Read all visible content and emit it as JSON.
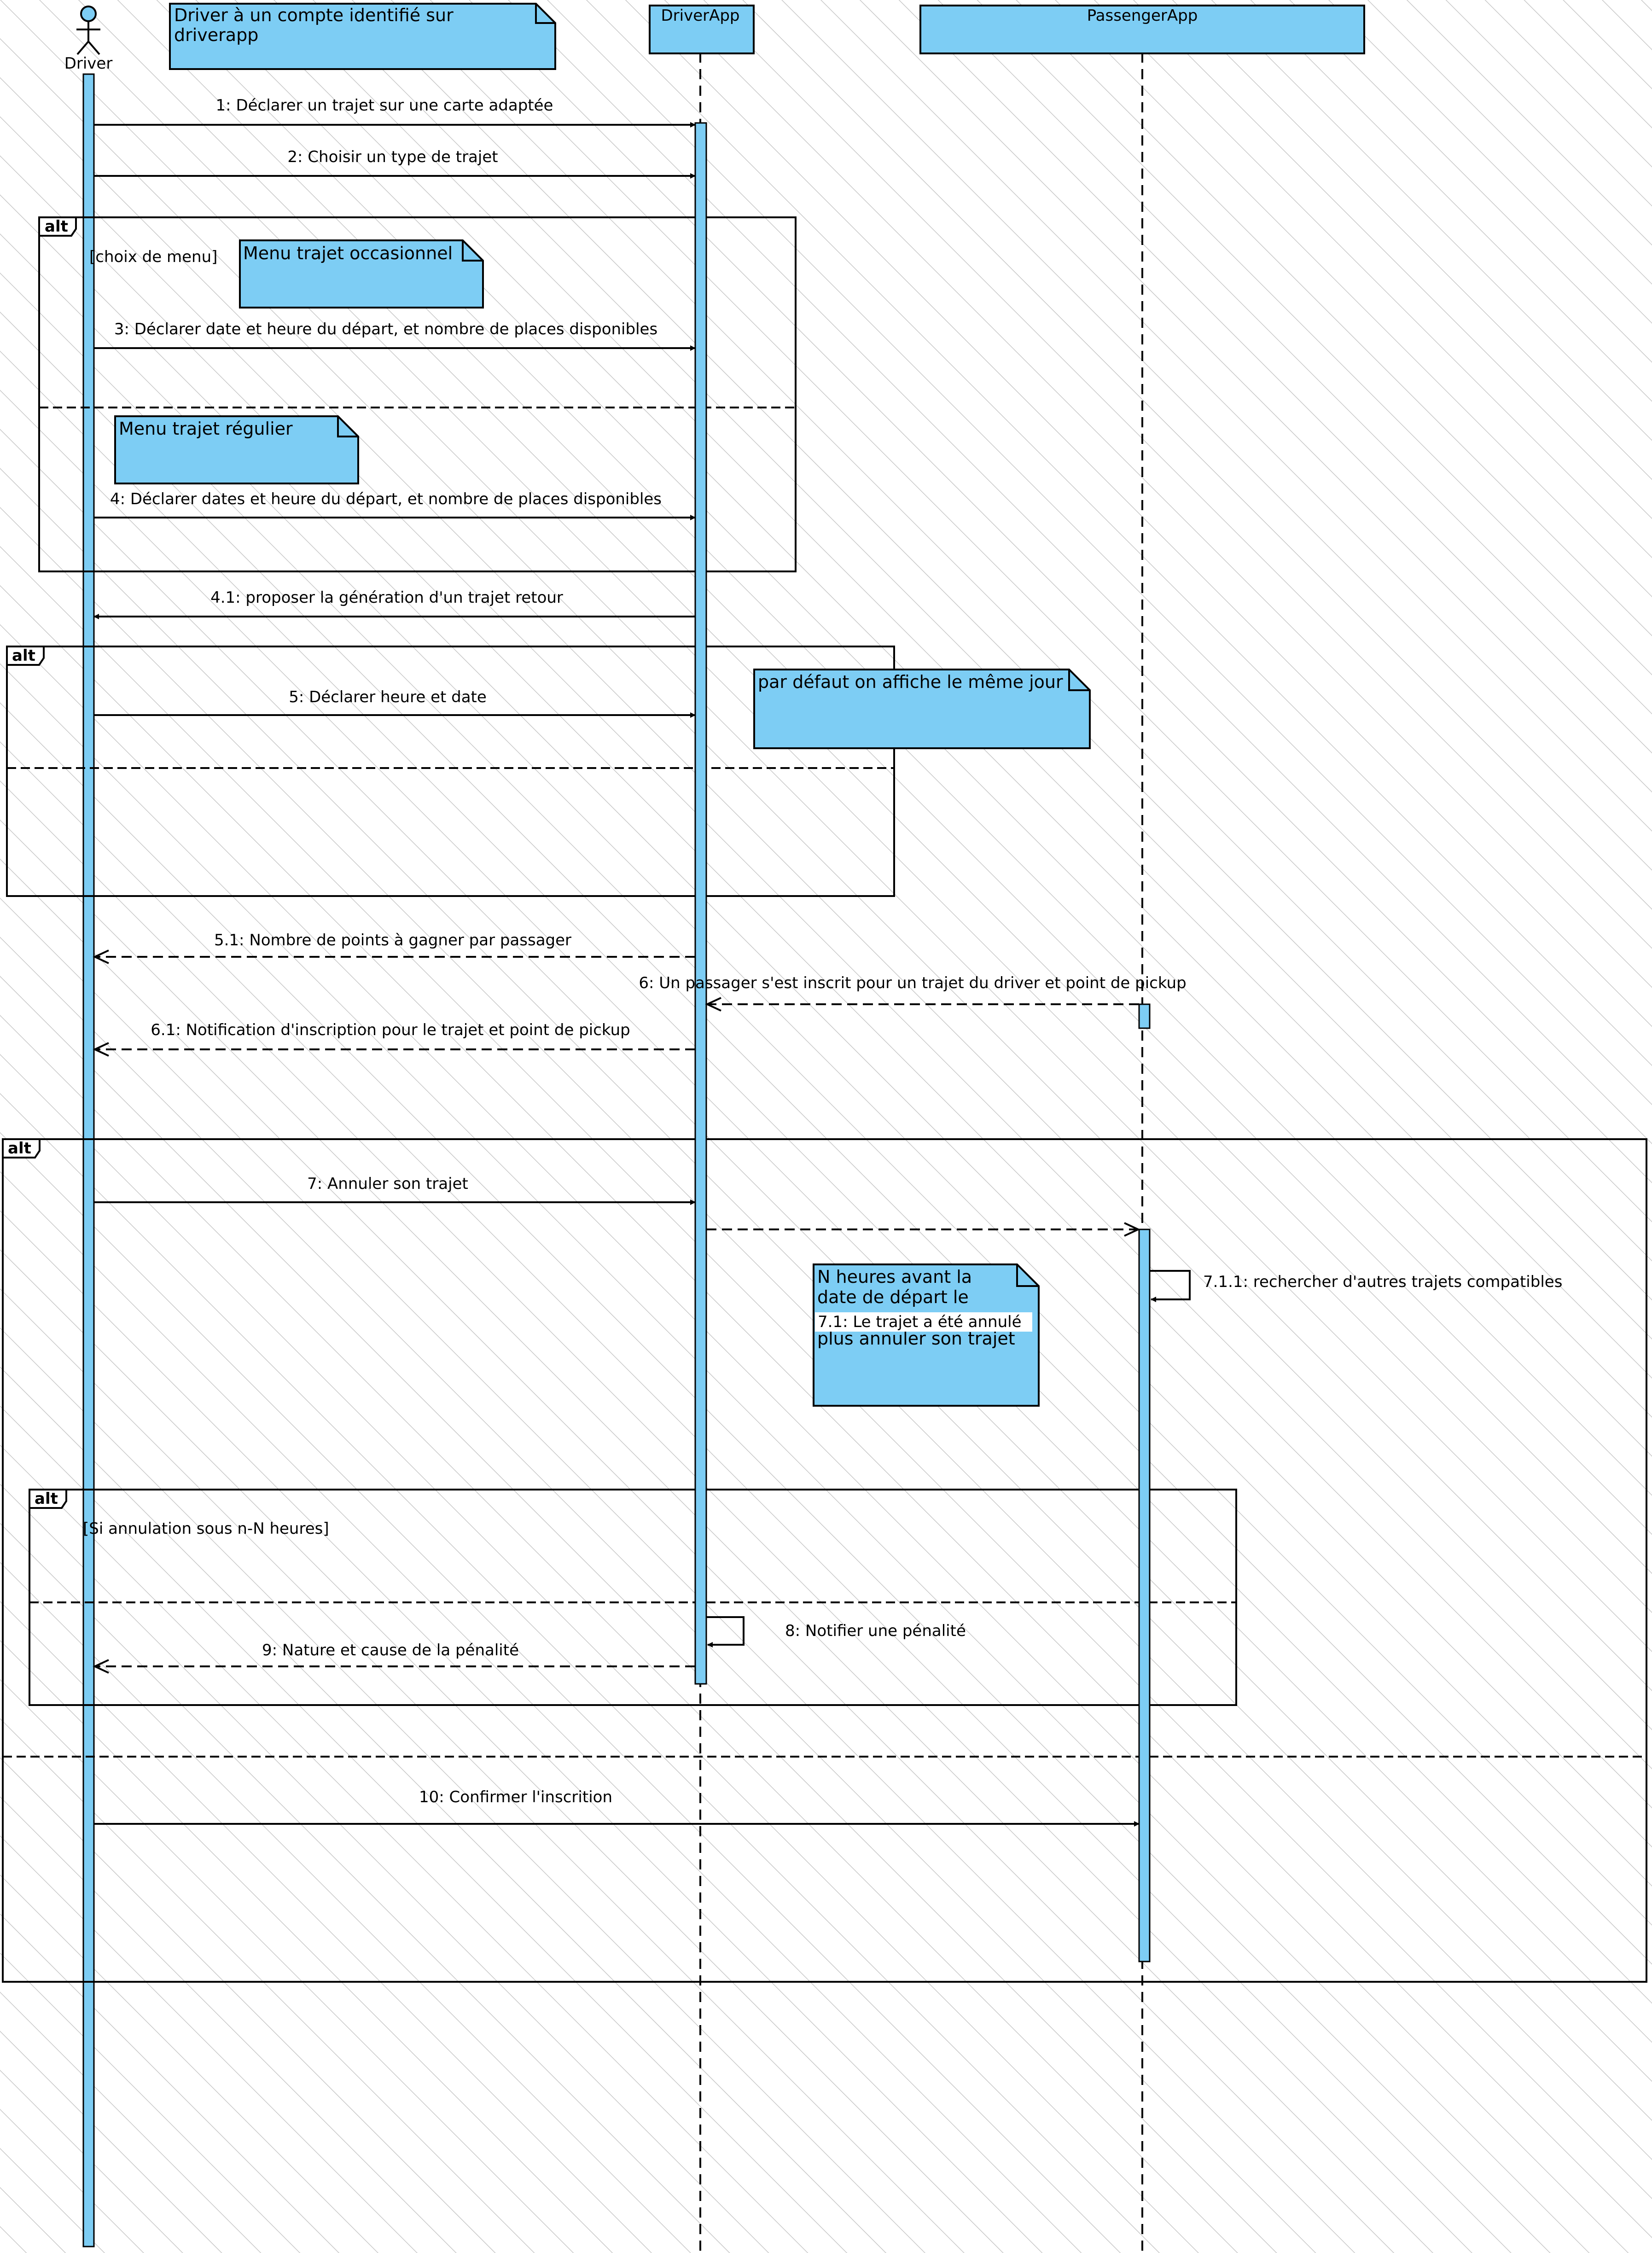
{
  "colors": {
    "fill": "#7dcdf4",
    "stroke": "#000000",
    "background": "#ffffff",
    "watermark": "#bdbdbd"
  },
  "actor": {
    "label": "Driver"
  },
  "lifelines": {
    "driverapp": "DriverApp",
    "passengerapp": "PassengerApp"
  },
  "notes": {
    "account": [
      "Driver à un compte identifié sur",
      "driverapp"
    ],
    "occasionnel": "Menu trajet occasionnel",
    "regulier": "Menu trajet régulier",
    "defaut": "par défaut on affiche le même jour",
    "n_heures": [
      "N heures avant la",
      "date de départ le",
      "plus annuler son trajet"
    ]
  },
  "fragments": {
    "alt1": {
      "label": "alt",
      "guard": "[choix de menu]"
    },
    "alt2": {
      "label": "alt"
    },
    "alt3": {
      "label": "alt"
    },
    "alt4": {
      "label": "alt",
      "guard": "[Si annulation sous n-N heures]"
    }
  },
  "messages": {
    "m1": "1: Déclarer un trajet sur une carte adaptée",
    "m2": "2: Choisir un type de trajet",
    "m3": "3: Déclarer date et heure du départ, et nombre de places disponibles",
    "m4": "4: Déclarer dates et heure du départ, et nombre de places disponibles",
    "m41": "4.1: proposer la génération d'un trajet retour",
    "m5": "5: Déclarer heure et date",
    "m51": "5.1: Nombre de points à gagner par passager",
    "m6": "6: Un passager s'est inscrit pour un trajet du driver et point de pickup",
    "m61": "6.1: Notification d'inscription pour le trajet et point de pickup",
    "m7": "7: Annuler son trajet",
    "m71": "7.1: Le trajet a été annulé",
    "m711": "7.1.1: rechercher d'autres trajets compatibles",
    "m8": "8: Notifier une pénalité",
    "m9": "9: Nature et cause de la pénalité",
    "m10": "10: Confirmer l'inscrition"
  }
}
